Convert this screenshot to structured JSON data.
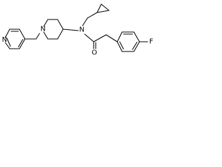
{
  "molecule": {
    "atom_labels": {
      "pyridine_nitrogen": "N",
      "piperidine_nitrogen": "N",
      "amide_nitrogen": "N",
      "carbonyl_oxygen": "O",
      "fluorine": "F"
    }
  }
}
